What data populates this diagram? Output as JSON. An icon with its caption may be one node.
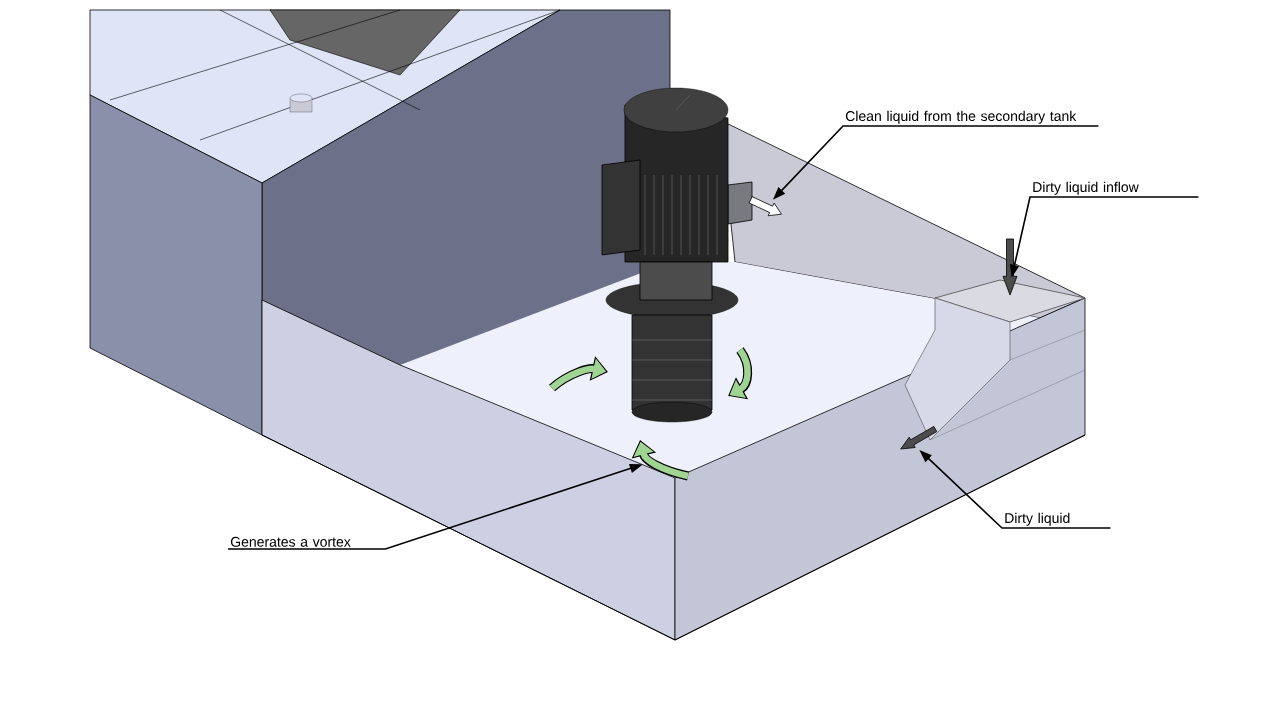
{
  "diagram": {
    "nodes": [
      {
        "text": [
          "Clean liquid from the secondary tank"
        ]
      },
      {
        "text": [
          "Dirty liquid inflow"
        ]
      },
      {
        "text": [
          "Generates a vortex"
        ]
      },
      {
        "text": [
          "Dirty liquid"
        ]
      },
      {
        "text": [],
        "shape": "arrow"
      },
      {
        "text": [],
        "shape": "arrow"
      },
      {
        "text": [],
        "shape": "arrow"
      },
      {
        "text": [],
        "shape": "arrow"
      }
    ],
    "edges": [
      {
        "from": 0,
        "to": 4,
        "arrow": "to"
      },
      {
        "from": 1,
        "to": 5,
        "arrow": "to"
      },
      {
        "from": 2,
        "to": 6,
        "arrow": "to"
      },
      {
        "from": 3,
        "to": 7,
        "arrow": "to"
      }
    ]
  }
}
